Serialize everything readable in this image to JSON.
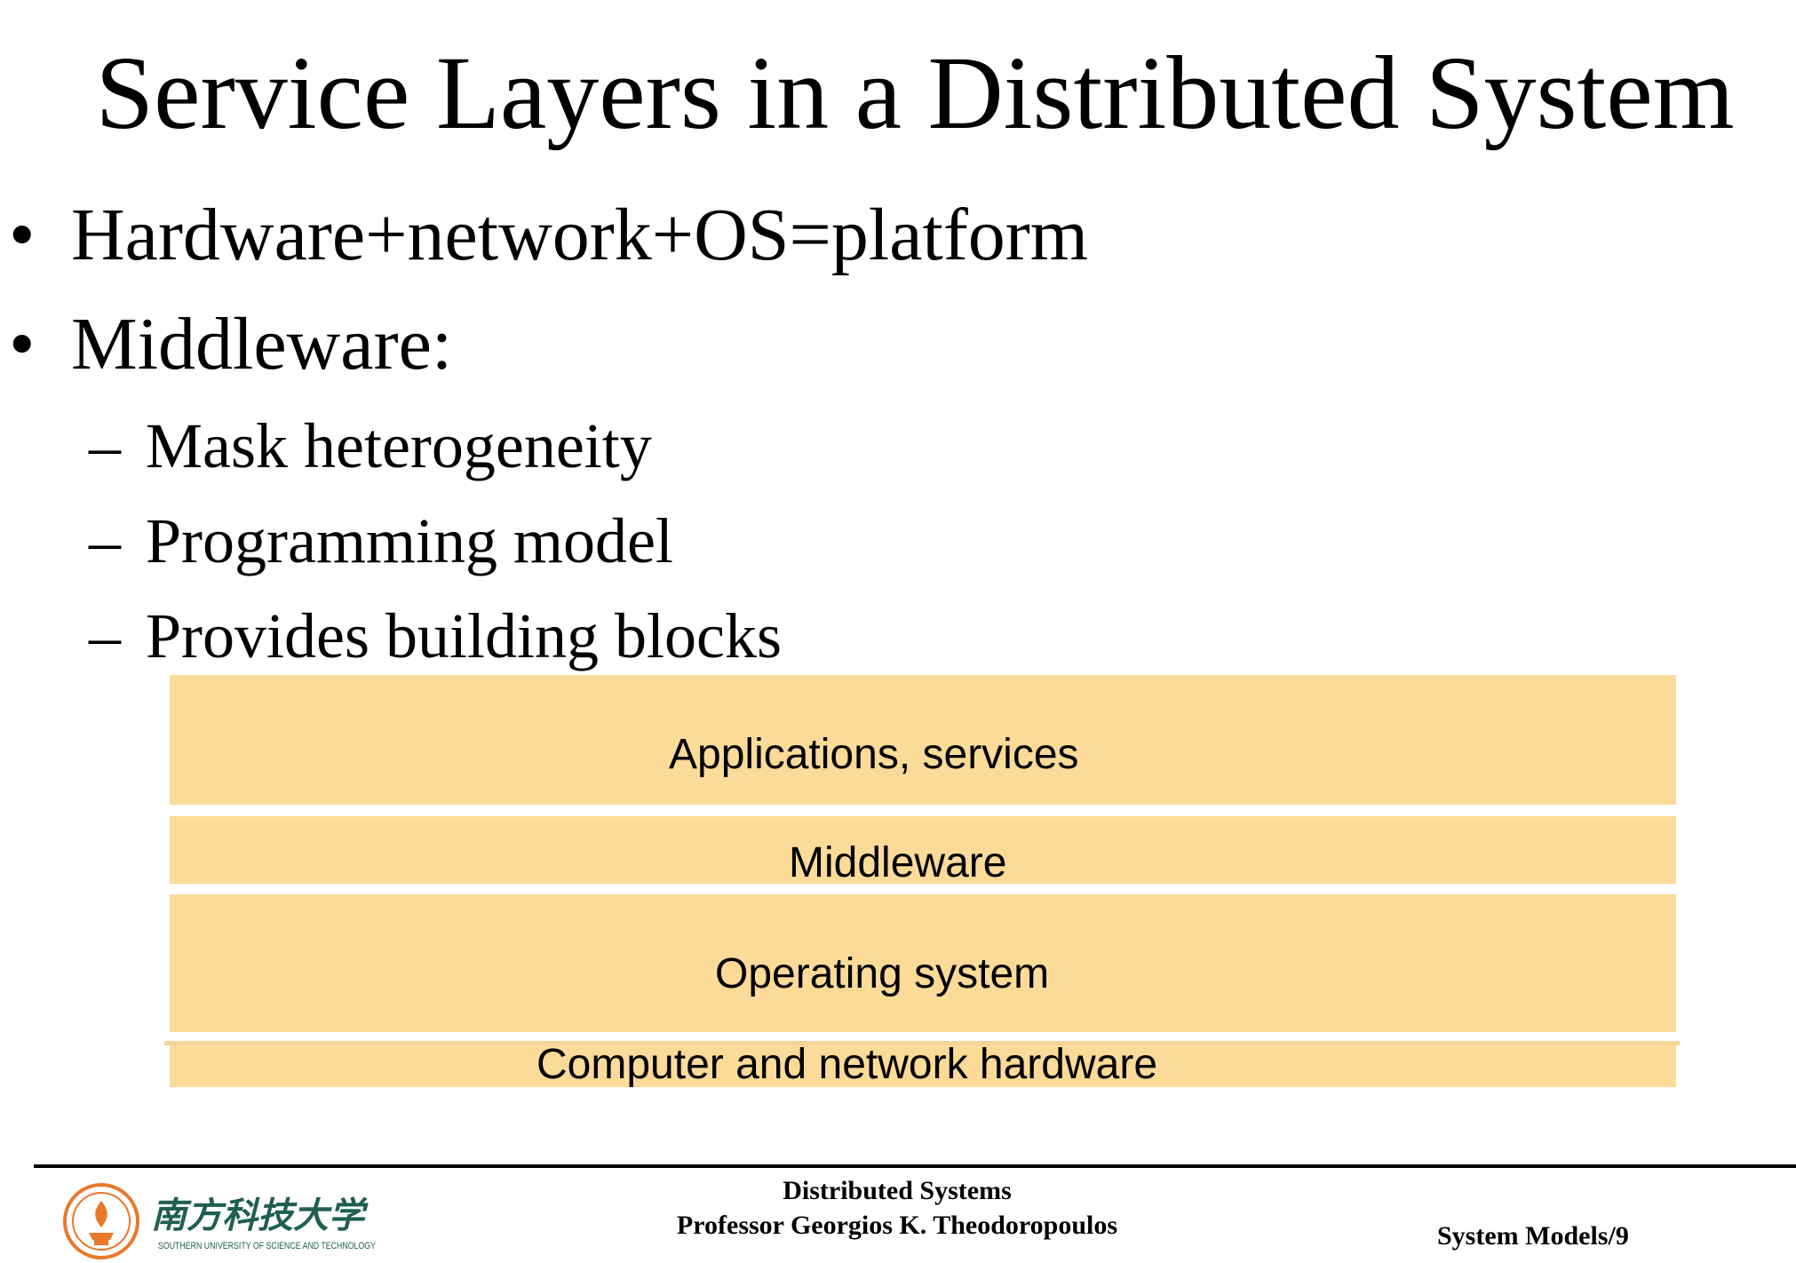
{
  "slide": {
    "title": "Service Layers in a Distributed System",
    "bullets": [
      {
        "marker": "•",
        "text": "Hardware+network+OS=platform"
      },
      {
        "marker": "•",
        "text": "Middleware:"
      }
    ],
    "sub_bullets": [
      {
        "marker": "–",
        "text": "Mask heterogeneity"
      },
      {
        "marker": "–",
        "text": "Programming model"
      },
      {
        "marker": "–",
        "text": "Provides building blocks"
      }
    ]
  },
  "diagram": {
    "fill_color": "#fcda98",
    "layers": [
      {
        "label": "Applications, services"
      },
      {
        "label": "Middleware"
      },
      {
        "label": "Operating system"
      },
      {
        "label": "Computer and network hardware"
      }
    ]
  },
  "footer": {
    "course": "Distributed Systems",
    "professor": "Professor  Georgios K. Theodoropoulos",
    "page_label": "System Models/9",
    "logo": {
      "chinese_name": "南方科技大学",
      "english_name": "SOUTHERN UNIVERSITY OF SCIENCE AND TECHNOLOGY",
      "icon": "university-seal-icon",
      "colors": {
        "seal": "#e8792b",
        "text": "#1f5e52"
      }
    }
  }
}
